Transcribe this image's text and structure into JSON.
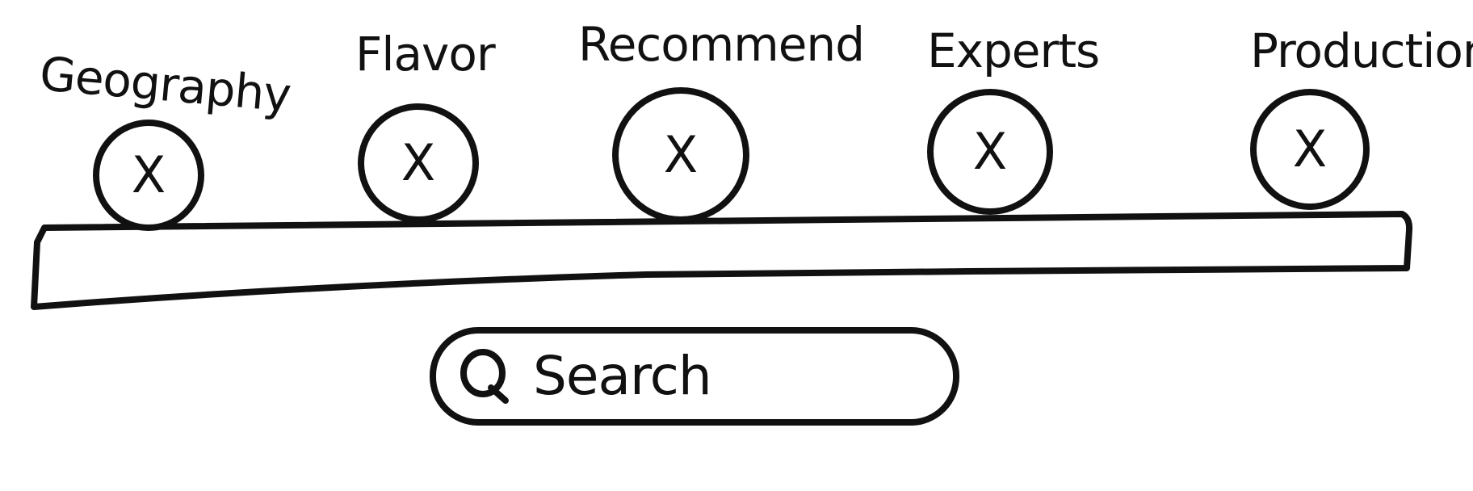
{
  "filters": [
    {
      "label": "Geography",
      "icon": "close-icon",
      "glyph": "X"
    },
    {
      "label": "Flavor",
      "icon": "close-icon",
      "glyph": "X"
    },
    {
      "label": "Recommend",
      "icon": "close-icon",
      "glyph": "X"
    },
    {
      "label": "Experts",
      "icon": "close-icon",
      "glyph": "X"
    },
    {
      "label": "Production",
      "icon": "close-icon",
      "glyph": "X"
    }
  ],
  "search": {
    "label": "Search",
    "icon": "search-icon"
  },
  "colors": {
    "ink": "#111111",
    "background": "#ffffff"
  }
}
